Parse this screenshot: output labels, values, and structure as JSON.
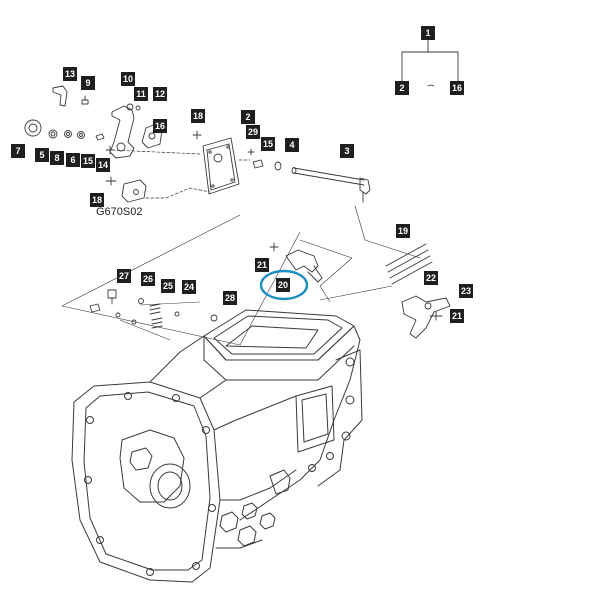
{
  "diagram": {
    "drawing_code": "G670S02",
    "highlight_color": "#1a8fc0",
    "callouts": [
      {
        "id": "c1",
        "label": "1"
      },
      {
        "id": "c2a",
        "label": "2"
      },
      {
        "id": "c16a",
        "label": "16"
      },
      {
        "id": "c13",
        "label": "13"
      },
      {
        "id": "c9",
        "label": "9"
      },
      {
        "id": "c10",
        "label": "10"
      },
      {
        "id": "c11",
        "label": "11"
      },
      {
        "id": "c12",
        "label": "12"
      },
      {
        "id": "c18a",
        "label": "18"
      },
      {
        "id": "c2b",
        "label": "2"
      },
      {
        "id": "c16b",
        "label": "16"
      },
      {
        "id": "c29",
        "label": "29"
      },
      {
        "id": "c15a",
        "label": "15"
      },
      {
        "id": "c4",
        "label": "4"
      },
      {
        "id": "c3",
        "label": "3"
      },
      {
        "id": "c7",
        "label": "7"
      },
      {
        "id": "c5",
        "label": "5"
      },
      {
        "id": "c8",
        "label": "8"
      },
      {
        "id": "c6",
        "label": "6"
      },
      {
        "id": "c15b",
        "label": "15"
      },
      {
        "id": "c14",
        "label": "14"
      },
      {
        "id": "c18b",
        "label": "18"
      },
      {
        "id": "c19",
        "label": "19"
      },
      {
        "id": "c21a",
        "label": "21"
      },
      {
        "id": "c20",
        "label": "20"
      },
      {
        "id": "c22",
        "label": "22"
      },
      {
        "id": "c27",
        "label": "27"
      },
      {
        "id": "c26",
        "label": "26"
      },
      {
        "id": "c25",
        "label": "25"
      },
      {
        "id": "c24",
        "label": "24"
      },
      {
        "id": "c28",
        "label": "28"
      },
      {
        "id": "c23",
        "label": "23"
      },
      {
        "id": "c21b",
        "label": "21"
      }
    ]
  }
}
